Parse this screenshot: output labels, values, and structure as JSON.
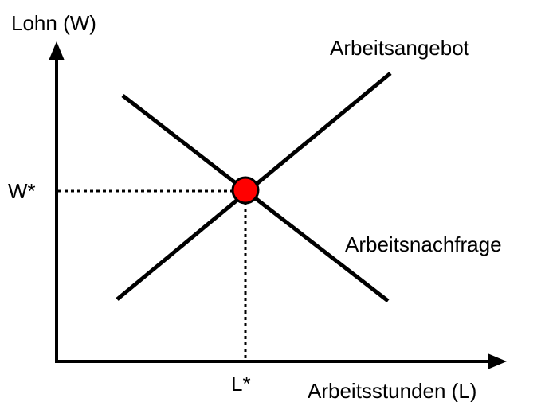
{
  "diagram": {
    "y_axis_label": "Lohn (W)",
    "x_axis_label": "Arbeitsstunden (L)",
    "supply_label": "Arbeitsangebot",
    "demand_label": "Arbeitsnachfrage",
    "equilibrium_wage_label": "W*",
    "equilibrium_labor_label": "L*",
    "equilibrium_point_color": "#ff0000",
    "line_color": "#000000"
  }
}
